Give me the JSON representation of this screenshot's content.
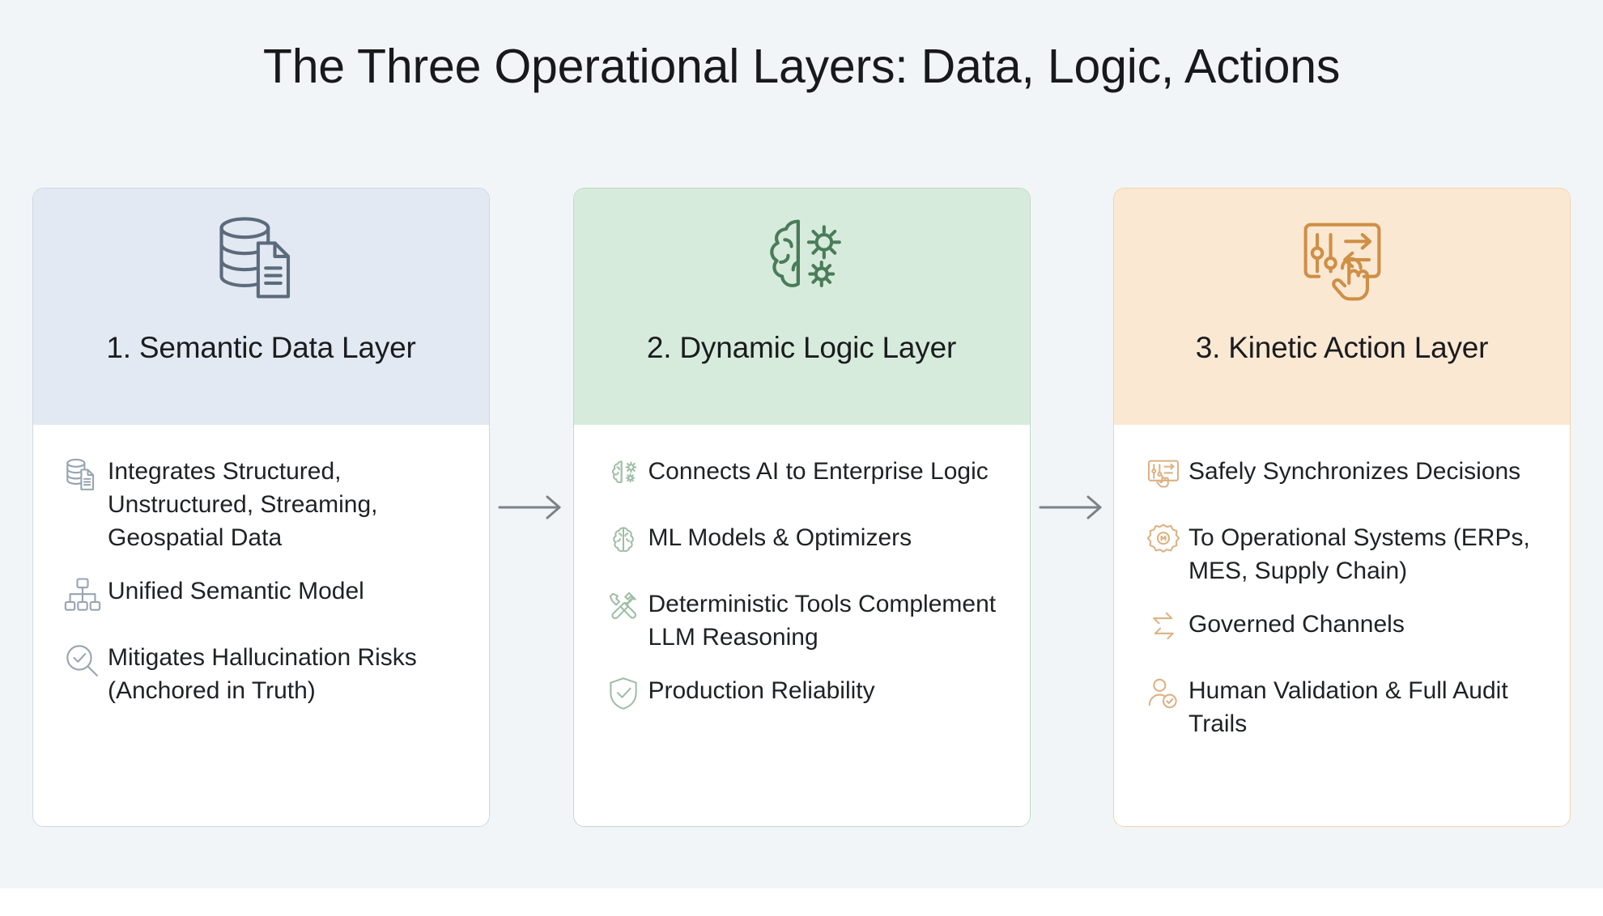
{
  "page": {
    "title": "The Three Operational Layers: Data, Logic, Actions",
    "background_color": "#f1f5f8",
    "arrow_color": "#7b8288"
  },
  "connectors": [
    {
      "name": "arrow-1-to-2",
      "glyph": "arrow-right-icon"
    },
    {
      "name": "arrow-2-to-3",
      "glyph": "arrow-right-icon"
    }
  ],
  "cards": [
    {
      "id": "semantic-data-layer",
      "title": "1. Semantic Data Layer",
      "accent": "#5b6b7d",
      "header_bg": "#e3e9f2",
      "border": "#cdd7e3",
      "header_icon": "database-document-icon",
      "features": [
        {
          "icon": "database-document-icon",
          "text": "Integrates Structured, Unstructured, Streaming, Geospatial Data"
        },
        {
          "icon": "sitemap-hierarchy-icon",
          "text": "Unified Semantic Model"
        },
        {
          "icon": "magnifier-check-icon",
          "text": "Mitigates Hallucination Risks (Anchored in Truth)"
        }
      ]
    },
    {
      "id": "dynamic-logic-layer",
      "title": "2. Dynamic Logic Layer",
      "accent": "#4a7c59",
      "header_bg": "#d7ebdc",
      "border": "#bedac4",
      "header_icon": "brain-gears-icon",
      "features": [
        {
          "icon": "brain-gears-icon",
          "text": "Connects AI to Enterprise Logic"
        },
        {
          "icon": "brain-icon",
          "text": "ML Models & Optimizers"
        },
        {
          "icon": "tools-wrench-screwdriver-icon",
          "text": "Deterministic Tools Complement LLM Reasoning"
        },
        {
          "icon": "shield-check-icon",
          "text": "Production Reliability"
        }
      ]
    },
    {
      "id": "kinetic-action-layer",
      "title": "3. Kinetic Action Layer",
      "accent": "#cf8f45",
      "header_bg": "#fbe8d3",
      "border": "#f2d3ab",
      "header_icon": "control-panel-hand-icon",
      "features": [
        {
          "icon": "control-panel-hand-icon",
          "text": "Safely Synchronizes Decisions"
        },
        {
          "icon": "gear-settings-icon",
          "text": "To Operational Systems (ERPs, MES, Supply Chain)"
        },
        {
          "icon": "exchange-arrows-icon",
          "text": "Governed Channels"
        },
        {
          "icon": "user-check-icon",
          "text": "Human Validation & Full Audit Trails"
        }
      ]
    }
  ]
}
